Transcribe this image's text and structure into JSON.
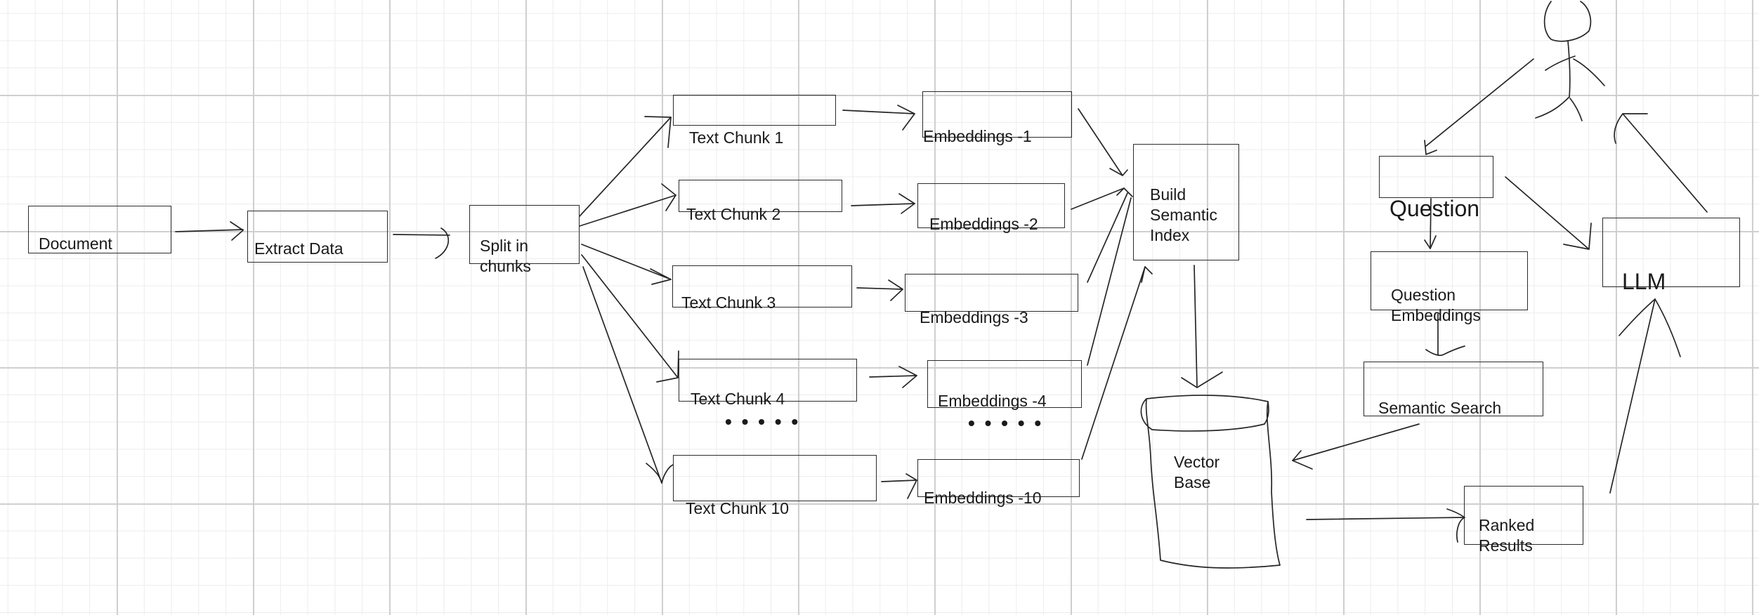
{
  "nodes": {
    "document": "Document",
    "extract": "Extract Data",
    "split": "Split in\nchunks",
    "chunk1": "Text Chunk 1",
    "chunk2": "Text Chunk 2",
    "chunk3": "Text Chunk 3",
    "chunk4": "Text Chunk 4",
    "chunk10": "Text Chunk 10",
    "emb1": "Embeddings -1",
    "emb2": "Embeddings -2",
    "emb3": "Embeddings -3",
    "emb4": "Embeddings -4",
    "emb10": "Embeddings -10",
    "index": "Build\nSemantic\nIndex",
    "vector": "Vector\nBase",
    "question": "Question",
    "qemb": "Question\nEmbeddings",
    "search": "Semantic Search",
    "ranked": "Ranked\nResults",
    "llm": "LLM"
  },
  "ellipsis": {
    "chunks": "• • • • •",
    "embeddings": "• • • • •"
  },
  "icons": {
    "user": "stick-figure-user-icon"
  }
}
